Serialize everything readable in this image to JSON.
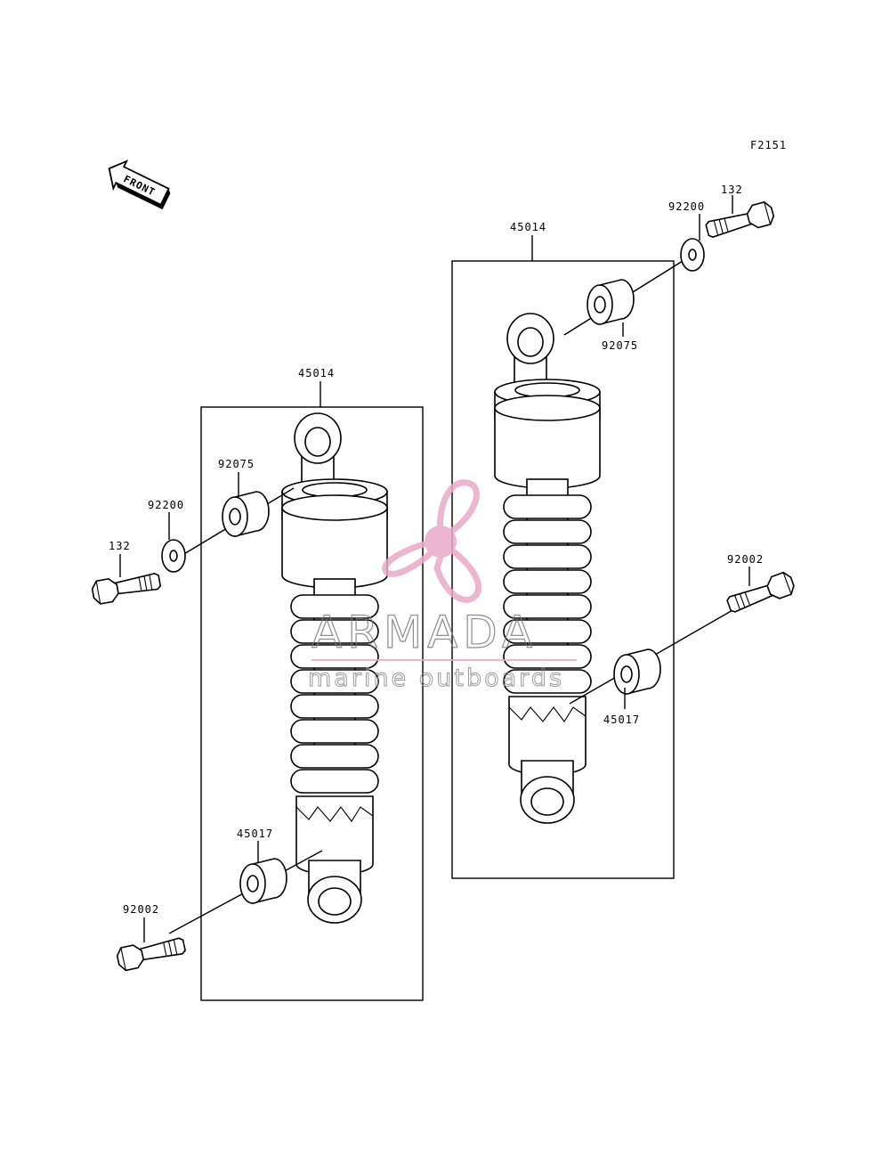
{
  "figure_code": "F2151",
  "front_arrow_label": "FRONT",
  "watermark": {
    "brand": "ARMADA",
    "tagline": "marine outboards",
    "logo_icon": "propeller-icon",
    "logo_color": "#e9a9c8"
  },
  "left_assembly": {
    "assembly_label": "45014",
    "bushing_upper_label": "92075",
    "washer_label": "92200",
    "bolt_upper_label": "132",
    "bushing_lower_label": "45017",
    "bolt_lower_label": "92002"
  },
  "right_assembly": {
    "assembly_label": "45014",
    "washer_label": "92200",
    "bolt_upper_label": "132",
    "bushing_upper_label": "92075",
    "bolt_lower_label": "92002",
    "bushing_lower_label": "45017"
  }
}
